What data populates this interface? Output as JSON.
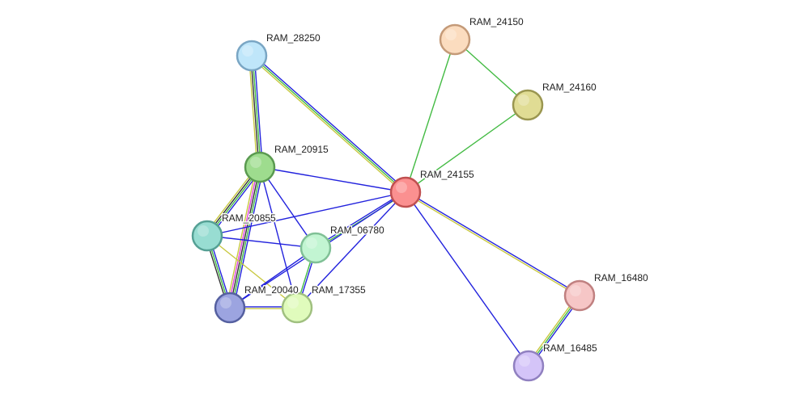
{
  "network": {
    "nodes": [
      {
        "id": "RAM_28250",
        "label": "RAM_28250",
        "fill": "#bfe6fa",
        "stroke": "#7aa6c4"
      },
      {
        "id": "RAM_24150",
        "label": "RAM_24150",
        "fill": "#fbdcbf",
        "stroke": "#c49a78"
      },
      {
        "id": "RAM_24160",
        "label": "RAM_24160",
        "fill": "#e0dc94",
        "stroke": "#9a9650"
      },
      {
        "id": "RAM_20915",
        "label": "RAM_20915",
        "fill": "#9edc8e",
        "stroke": "#5a9a50"
      },
      {
        "id": "RAM_24155",
        "label": "RAM_24155",
        "fill": "#fb9090",
        "stroke": "#c05050"
      },
      {
        "id": "RAM_20855",
        "label": "RAM_20855",
        "fill": "#98ddd2",
        "stroke": "#55a094"
      },
      {
        "id": "RAM_06780",
        "label": "RAM_06780",
        "fill": "#c2f5d2",
        "stroke": "#80c096"
      },
      {
        "id": "RAM_20040",
        "label": "RAM_20040",
        "fill": "#9ca4e0",
        "stroke": "#5560a0"
      },
      {
        "id": "RAM_17355",
        "label": "RAM_17355",
        "fill": "#e0fbbc",
        "stroke": "#a0c080"
      },
      {
        "id": "RAM_16480",
        "label": "RAM_16480",
        "fill": "#f6c6c6",
        "stroke": "#c08080"
      },
      {
        "id": "RAM_16485",
        "label": "RAM_16485",
        "fill": "#d4c4f8",
        "stroke": "#9080c0"
      }
    ],
    "edges": [
      {
        "source": "RAM_24150",
        "target": "RAM_24155",
        "colors": [
          "#44bb44"
        ]
      },
      {
        "source": "RAM_24150",
        "target": "RAM_24160",
        "colors": [
          "#44bb44"
        ]
      },
      {
        "source": "RAM_24160",
        "target": "RAM_24155",
        "colors": [
          "#44bb44"
        ]
      },
      {
        "source": "RAM_28250",
        "target": "RAM_24155",
        "colors": [
          "#2222dd",
          "#44bb44",
          "#c8c840"
        ]
      },
      {
        "source": "RAM_28250",
        "target": "RAM_20915",
        "colors": [
          "#2222dd",
          "#44bb44",
          "#333333",
          "#c8c840"
        ]
      },
      {
        "source": "RAM_20915",
        "target": "RAM_24155",
        "colors": [
          "#2222dd"
        ]
      },
      {
        "source": "RAM_20915",
        "target": "RAM_20855",
        "colors": [
          "#2222dd",
          "#44bb44",
          "#333333",
          "#c8c840"
        ]
      },
      {
        "source": "RAM_20915",
        "target": "RAM_20040",
        "colors": [
          "#2222dd",
          "#44bb44",
          "#333333",
          "#dd44dd",
          "#c8c840"
        ]
      },
      {
        "source": "RAM_20915",
        "target": "RAM_06780",
        "colors": [
          "#2222dd"
        ]
      },
      {
        "source": "RAM_20915",
        "target": "RAM_17355",
        "colors": [
          "#2222dd"
        ]
      },
      {
        "source": "RAM_20855",
        "target": "RAM_24155",
        "colors": [
          "#2222dd"
        ]
      },
      {
        "source": "RAM_20855",
        "target": "RAM_20040",
        "colors": [
          "#2222dd",
          "#44bb44",
          "#333333"
        ]
      },
      {
        "source": "RAM_20855",
        "target": "RAM_17355",
        "colors": [
          "#c8c840"
        ]
      },
      {
        "source": "RAM_20855",
        "target": "RAM_06780",
        "colors": [
          "#2222dd"
        ]
      },
      {
        "source": "RAM_06780",
        "target": "RAM_24155",
        "colors": [
          "#2222dd",
          "#44bb44"
        ]
      },
      {
        "source": "RAM_06780",
        "target": "RAM_20040",
        "colors": [
          "#2222dd"
        ]
      },
      {
        "source": "RAM_06780",
        "target": "RAM_17355",
        "colors": [
          "#2222dd",
          "#44bb44"
        ]
      },
      {
        "source": "RAM_20040",
        "target": "RAM_17355",
        "colors": [
          "#2222dd",
          "#c8c840"
        ]
      },
      {
        "source": "RAM_20040",
        "target": "RAM_24155",
        "colors": [
          "#2222dd"
        ]
      },
      {
        "source": "RAM_17355",
        "target": "RAM_24155",
        "colors": [
          "#2222dd"
        ]
      },
      {
        "source": "RAM_24155",
        "target": "RAM_16480",
        "colors": [
          "#2222dd",
          "#c8c840"
        ]
      },
      {
        "source": "RAM_24155",
        "target": "RAM_16485",
        "colors": [
          "#2222dd"
        ]
      },
      {
        "source": "RAM_16480",
        "target": "RAM_16485",
        "colors": [
          "#2222dd",
          "#44bb44",
          "#c8c840"
        ]
      }
    ]
  }
}
